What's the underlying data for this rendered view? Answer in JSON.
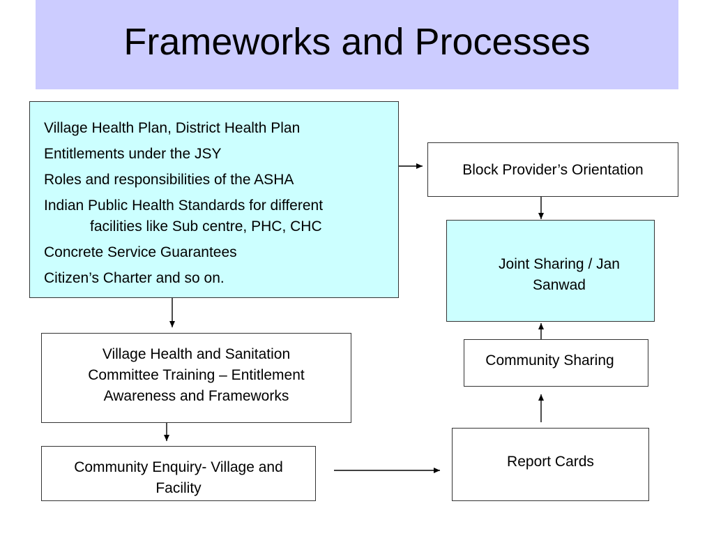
{
  "slide": {
    "title": "Frameworks and Processes"
  },
  "topics": {
    "items": [
      "Village Health Plan, District Health Plan",
      "Entitlements under the JSY",
      "Roles and responsibilities of the ASHA",
      "Indian Public Health Standards for different",
      "Concrete Service Guarantees",
      "Citizen’s Charter and so on."
    ],
    "item_continuation": "facilities like Sub centre, PHC, CHC"
  },
  "nodes": {
    "vhsc": {
      "line1": "Village Health and Sanitation",
      "line2": "Committee Training – Entitlement",
      "line3": "Awareness and Frameworks"
    },
    "enquiry": {
      "line1": "Community Enquiry- Village and",
      "line2": "Facility"
    },
    "block": {
      "label": "Block Provider’s Orientation"
    },
    "joint": {
      "line1": "Joint Sharing / Jan",
      "line2": "Sanwad"
    },
    "community": {
      "label": "Community Sharing"
    },
    "report": {
      "label": "Report Cards"
    }
  },
  "colors": {
    "title_banner": "#ccccff",
    "highlight_box": "#ccffff",
    "border": "#333333"
  }
}
